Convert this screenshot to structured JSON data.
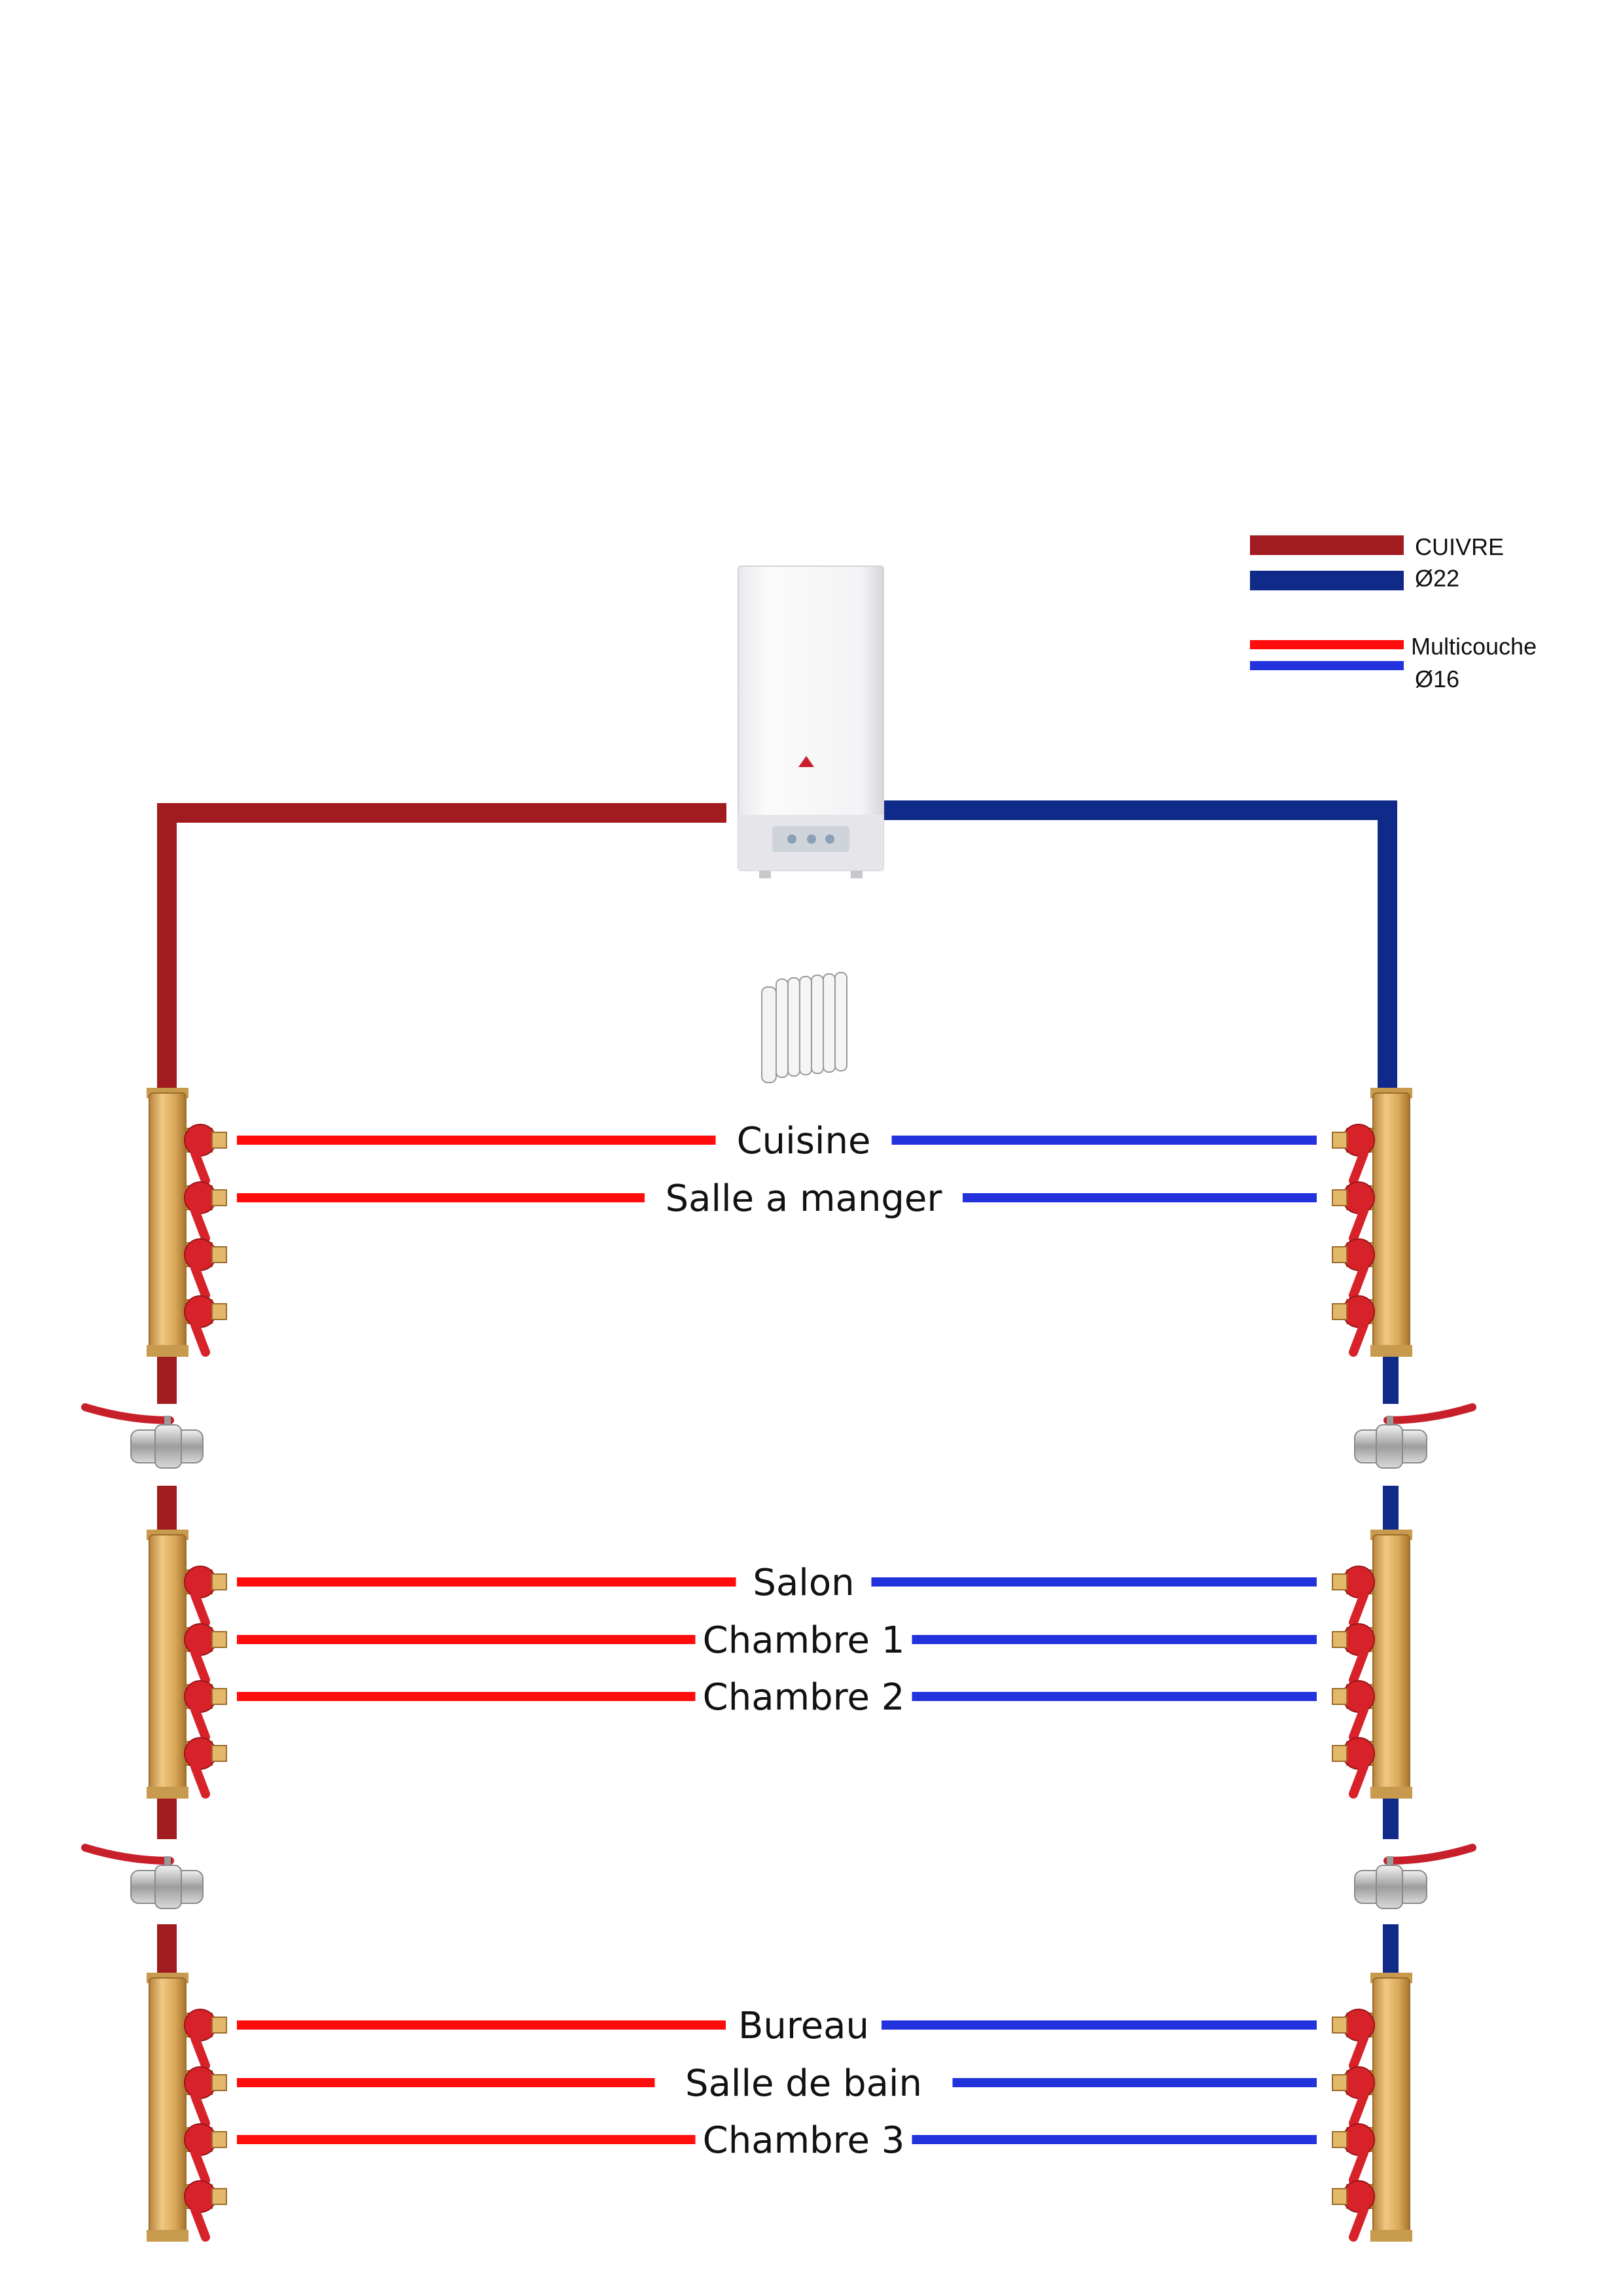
{
  "legend": {
    "copper": {
      "line1": "CUIVRE",
      "line2": "Ø22"
    },
    "multilayer": {
      "line1": "Multicouche",
      "line2": "Ø16"
    }
  },
  "colors": {
    "copper_supply": "#a01c20",
    "copper_return": "#102a8a",
    "multi_supply": "#ff0d0d",
    "multi_return": "#2233dd",
    "brass": "#d9a85a",
    "valve_red": "#d8222a"
  },
  "icons": [
    "boiler-icon",
    "radiator-icon",
    "manifold-icon",
    "ball-valve-icon"
  ],
  "manifolds": [
    {
      "rooms": [
        "Cuisine",
        "Salle a manger"
      ]
    },
    {
      "rooms": [
        "Salon",
        "Chambre 1",
        "Chambre 2"
      ]
    },
    {
      "rooms": [
        "Bureau",
        "Salle de bain",
        "Chambre 3"
      ]
    }
  ]
}
